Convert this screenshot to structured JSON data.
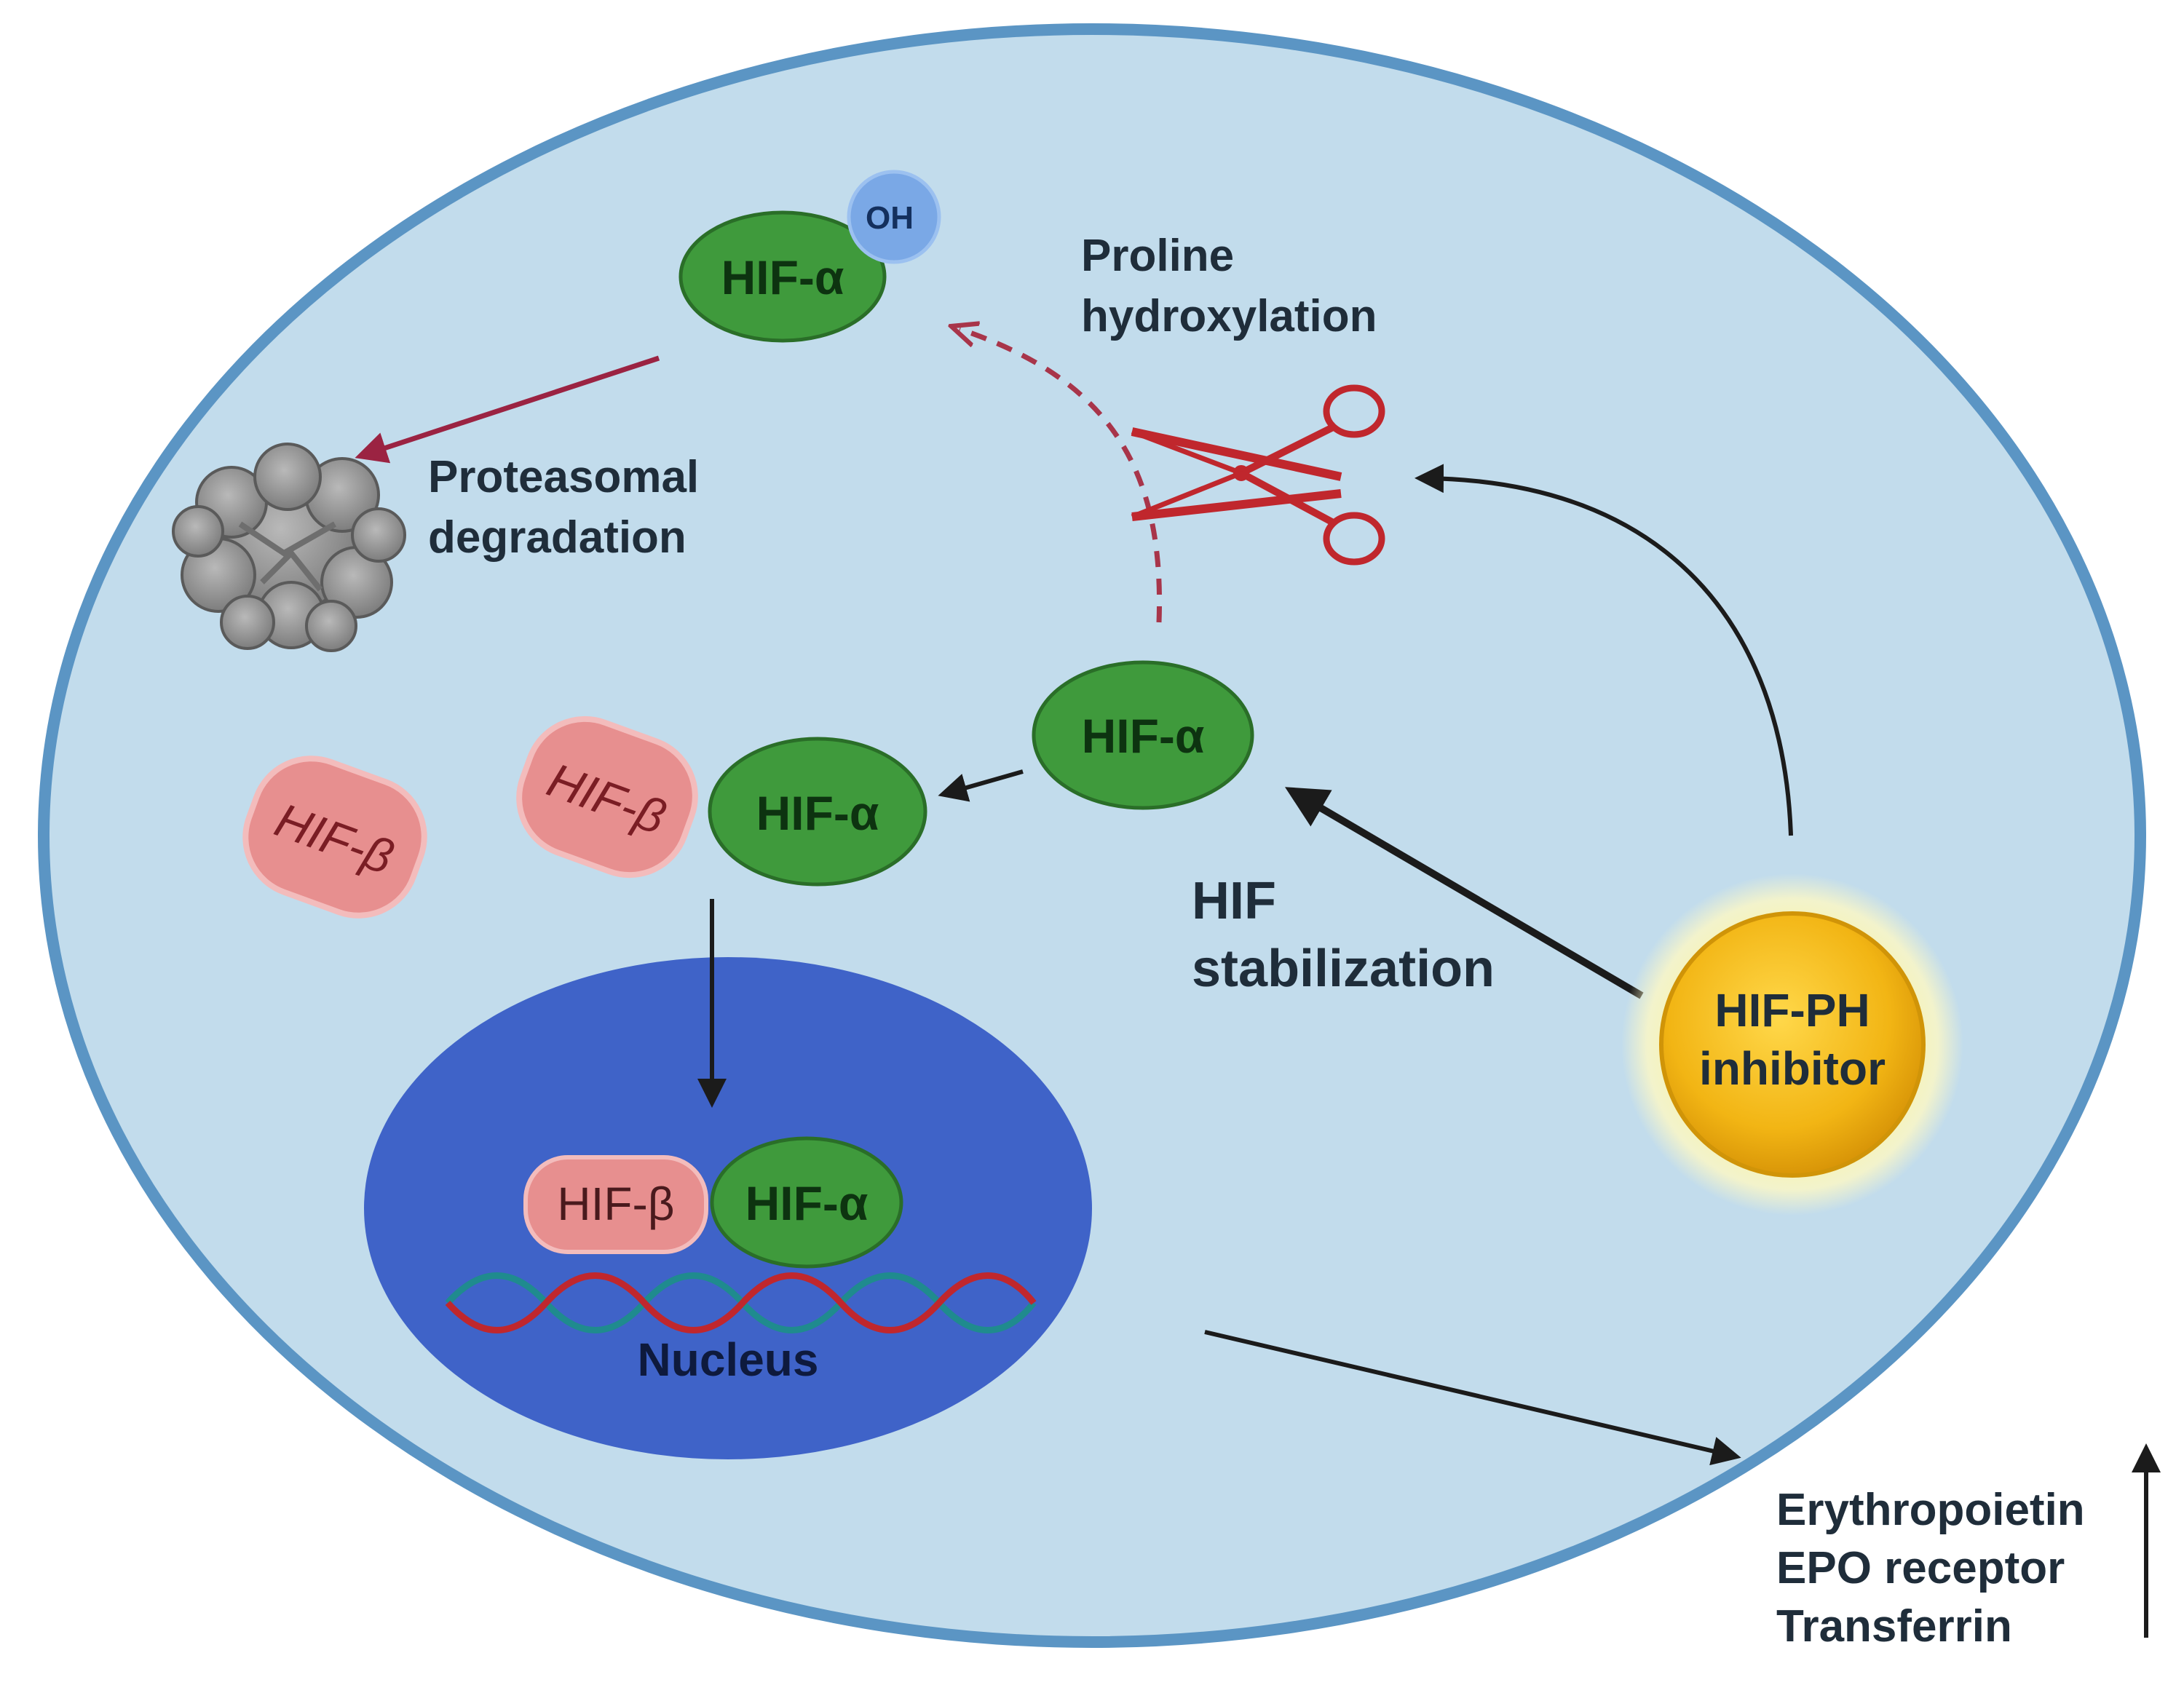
{
  "diagram": {
    "hif_alpha": "HIF-α",
    "hif_beta": "HIF-β",
    "oh_label": "OH",
    "proline_line1": "Proline",
    "proline_line2": "hydroxylation",
    "proteasomal_line1": "Proteasomal",
    "proteasomal_line2": "degradation",
    "stabilization_line1": "HIF",
    "stabilization_line2": "stabilization",
    "inhibitor_line1": "HIF-PH",
    "inhibitor_line2": "inhibitor",
    "nucleus_label": "Nucleus",
    "outputs": [
      "Erythropoietin",
      "EPO receptor",
      "Transferrin"
    ]
  },
  "colors": {
    "cell_fill": "#c2dcec",
    "cell_border": "#5b95c4",
    "nucleus": "#3f63c8",
    "hif_alpha": "#3f9a3c",
    "hif_beta": "#e78f8f",
    "oh": "#7aa8e6",
    "inhibitor": "#f0b315",
    "scissors": "#c0272d",
    "degradation_arrow": "#9b2342"
  },
  "icons": {
    "proteasome": "proteasome-icon",
    "scissors": "scissors-icon",
    "dna": "dna-helix-icon"
  }
}
